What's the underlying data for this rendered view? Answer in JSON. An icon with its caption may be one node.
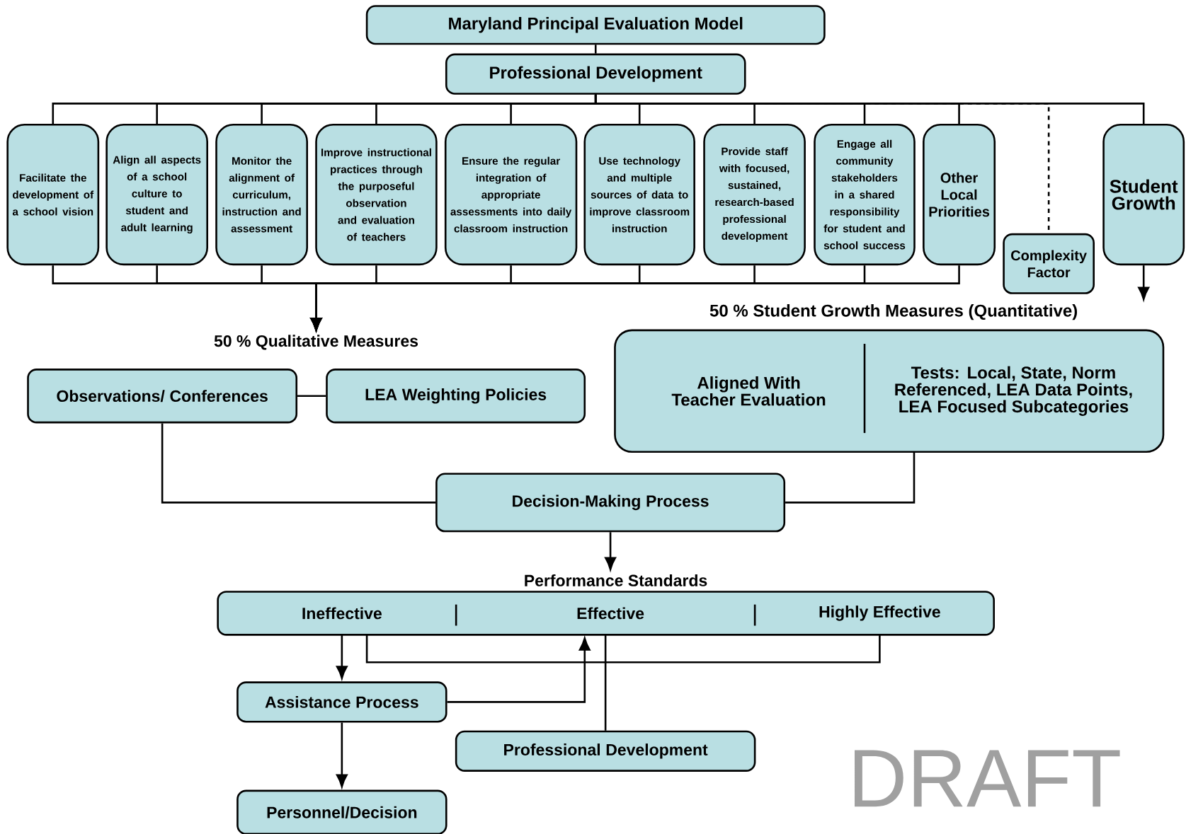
{
  "diagram": {
    "nodes": [
      {
        "text": [
          "Maryland Principal Evaluation Model"
        ]
      },
      {
        "text": [
          "Professional Development"
        ]
      },
      {
        "text": [
          "Facilitate the development of a school vision"
        ]
      },
      {
        "text": [
          "Align all aspects of a school culture to student and adult learning"
        ]
      },
      {
        "text": [
          "Monitor the alignment of curriculum, instruction and assessment"
        ]
      },
      {
        "text": [
          "Improve instructional practices through the purposeful observation and evaluation of teachers"
        ]
      },
      {
        "text": [
          "Ensure the regular integration of appropriate assessments into daily classroom instruction"
        ]
      },
      {
        "text": [
          "Use technology and multiple sources of data to improve classroom instruction"
        ]
      },
      {
        "text": [
          "Provide staff with focused, sustained, research-based professional development"
        ]
      },
      {
        "text": [
          "Engage all community stakeholders in a shared responsibility for student and school success"
        ]
      },
      {
        "text": [
          "Other Local Priorities"
        ]
      },
      {
        "text": [
          "Complexity Factor"
        ]
      },
      {
        "text": [
          "Student Growth"
        ]
      },
      {
        "text": [
          "50 % Qualitative Measures"
        ]
      },
      {
        "text": [
          "50 % Student Growth Measures (Quantitative)",
          "Aligned With Teacher Evaluation",
          "Tests: Local, State, Norm Referenced, LEA Data Points, LEA Focused Subcategories"
        ]
      },
      {
        "text": [
          "Observations/ Conferences"
        ]
      },
      {
        "text": [
          "LEA Weighting Policies"
        ]
      },
      {
        "text": [
          "Decision-Making Process"
        ]
      },
      {
        "text": [
          "Performance Standards"
        ]
      },
      {
        "text": [
          "Ineffective"
        ],
        "in": 18
      },
      {
        "text": [
          "Effective"
        ],
        "in": 18
      },
      {
        "text": [
          "Highly Effective"
        ],
        "in": 18
      },
      {
        "text": [
          "Assistance Process"
        ]
      },
      {
        "text": [
          "Professional Development"
        ]
      },
      {
        "text": [
          "Personnel/Decision"
        ]
      }
    ],
    "edges": [
      {
        "from": 0,
        "to": 1,
        "arrow": "none"
      },
      {
        "from": 1,
        "to": 2,
        "arrow": "none"
      },
      {
        "from": 1,
        "to": 3,
        "arrow": "none"
      },
      {
        "from": 1,
        "to": 4,
        "arrow": "none"
      },
      {
        "from": 1,
        "to": 5,
        "arrow": "none"
      },
      {
        "from": 1,
        "to": 6,
        "arrow": "none"
      },
      {
        "from": 1,
        "to": 7,
        "arrow": "none"
      },
      {
        "from": 1,
        "to": 8,
        "arrow": "none"
      },
      {
        "from": 1,
        "to": 9,
        "arrow": "none"
      },
      {
        "from": 1,
        "to": 10,
        "arrow": "none"
      },
      {
        "from": 1,
        "to": 11,
        "arrow": "none",
        "style": "dashed"
      },
      {
        "from": 1,
        "to": 12,
        "arrow": "none"
      },
      {
        "from": 2,
        "to": 13,
        "arrow": "to"
      },
      {
        "from": 3,
        "to": 13,
        "arrow": "to"
      },
      {
        "from": 4,
        "to": 13,
        "arrow": "to"
      },
      {
        "from": 5,
        "to": 13,
        "arrow": "to"
      },
      {
        "from": 6,
        "to": 13,
        "arrow": "to"
      },
      {
        "from": 7,
        "to": 13,
        "arrow": "to"
      },
      {
        "from": 8,
        "to": 13,
        "arrow": "to"
      },
      {
        "from": 9,
        "to": 13,
        "arrow": "to"
      },
      {
        "from": 10,
        "to": 13,
        "arrow": "to"
      },
      {
        "from": 12,
        "to": 14,
        "arrow": "to"
      },
      {
        "from": 15,
        "to": 16,
        "arrow": "none"
      },
      {
        "from": 15,
        "to": 17,
        "arrow": "none"
      },
      {
        "from": 14,
        "to": 17,
        "arrow": "none"
      },
      {
        "from": 17,
        "to": 18,
        "arrow": "to"
      },
      {
        "from": 19,
        "to": 22,
        "arrow": "to"
      },
      {
        "from": 22,
        "to": 20,
        "arrow": "to"
      },
      {
        "from": 19,
        "to": 21,
        "arrow": "none"
      },
      {
        "from": 23,
        "to": 20,
        "arrow": "none"
      },
      {
        "from": 22,
        "to": 24,
        "arrow": "to"
      }
    ],
    "labels": [
      "DRAFT"
    ]
  }
}
